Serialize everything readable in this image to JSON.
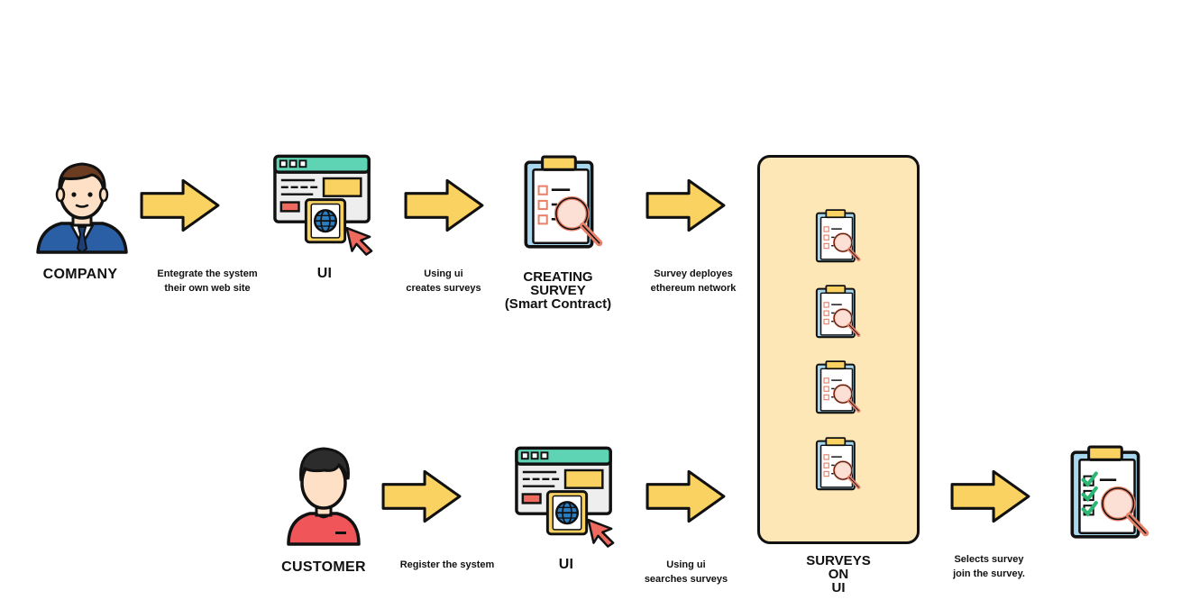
{
  "nodes": {
    "company": "COMPANY",
    "ui_top": "UI",
    "creating_survey": [
      "CREATING",
      "SURVEY",
      "(Smart Contract)"
    ],
    "customer": "CUSTOMER",
    "ui_bottom": "UI",
    "surveys_on_ui": [
      "SURVEYS",
      "ON",
      "UI"
    ]
  },
  "edges": {
    "integrate": [
      "Entegrate the system",
      "their own web site"
    ],
    "create": [
      "Using ui",
      "creates surveys"
    ],
    "deploy": [
      "Survey deployes",
      "ethereum network"
    ],
    "register": "Register the system",
    "search": [
      "Using  ui",
      "searches surveys"
    ],
    "select": [
      "Selects survey",
      "join the survey."
    ]
  },
  "icons": {
    "company": "businessman-icon",
    "ui": "web-browser-globe-icon",
    "survey": "clipboard-magnifier-icon",
    "customer": "person-icon",
    "result": "clipboard-checklist-magnifier-icon",
    "arrow": "right-arrow-icon"
  },
  "colors": {
    "arrow_fill": "#f9d262",
    "panel_fill": "#fde7b6",
    "outline": "#111111",
    "browser_bar": "#5fd4b5",
    "browser_accent": "#f9d262",
    "browser_red": "#ee6a5f",
    "clipboard_blue": "#a8d8f0",
    "magnifier": "#e8826a",
    "check_green": "#2bb673",
    "suit_blue": "#2a5fa6",
    "shirt_red": "#f0555a",
    "skin": "#fde0c5",
    "hair": "#2c2c2c"
  }
}
